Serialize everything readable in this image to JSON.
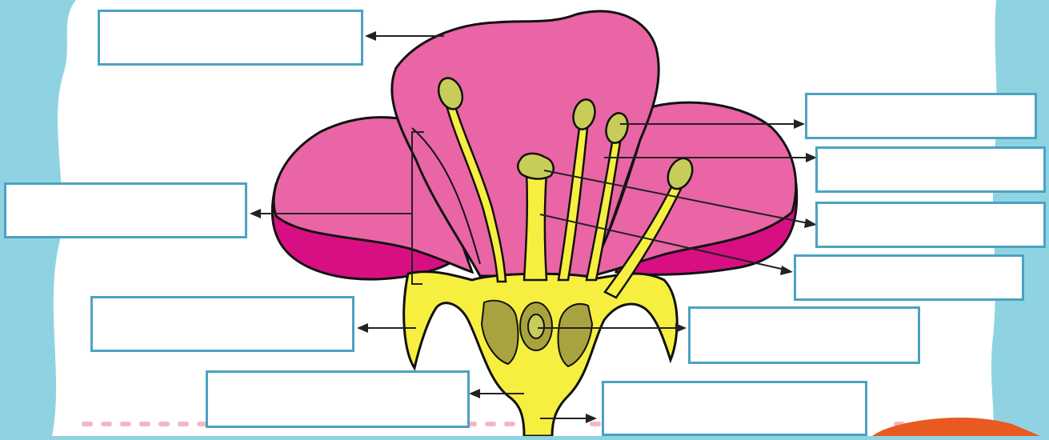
{
  "worksheet": {
    "labels": [
      {
        "id": "box-top-left",
        "text": ""
      },
      {
        "id": "box-mid-left",
        "text": ""
      },
      {
        "id": "box-lower-left",
        "text": ""
      },
      {
        "id": "box-bottom-left",
        "text": ""
      },
      {
        "id": "box-right-1",
        "text": ""
      },
      {
        "id": "box-right-2",
        "text": ""
      },
      {
        "id": "box-right-3",
        "text": ""
      },
      {
        "id": "box-right-4",
        "text": ""
      },
      {
        "id": "box-right-center",
        "text": ""
      },
      {
        "id": "box-bottom-center",
        "text": ""
      }
    ]
  },
  "colors": {
    "background_blue": "#8fd3e3",
    "paper": "#ffffff",
    "box_border": "#4aa3c1",
    "petal_pink": "#e965a6",
    "petal_dark_pink": "#d80f82",
    "flower_yellow": "#f6ef3f",
    "ovary_olive": "#a8a33e",
    "anther_olive": "#c7cd58",
    "outline": "#111111",
    "next_button": "#e85a1f"
  }
}
